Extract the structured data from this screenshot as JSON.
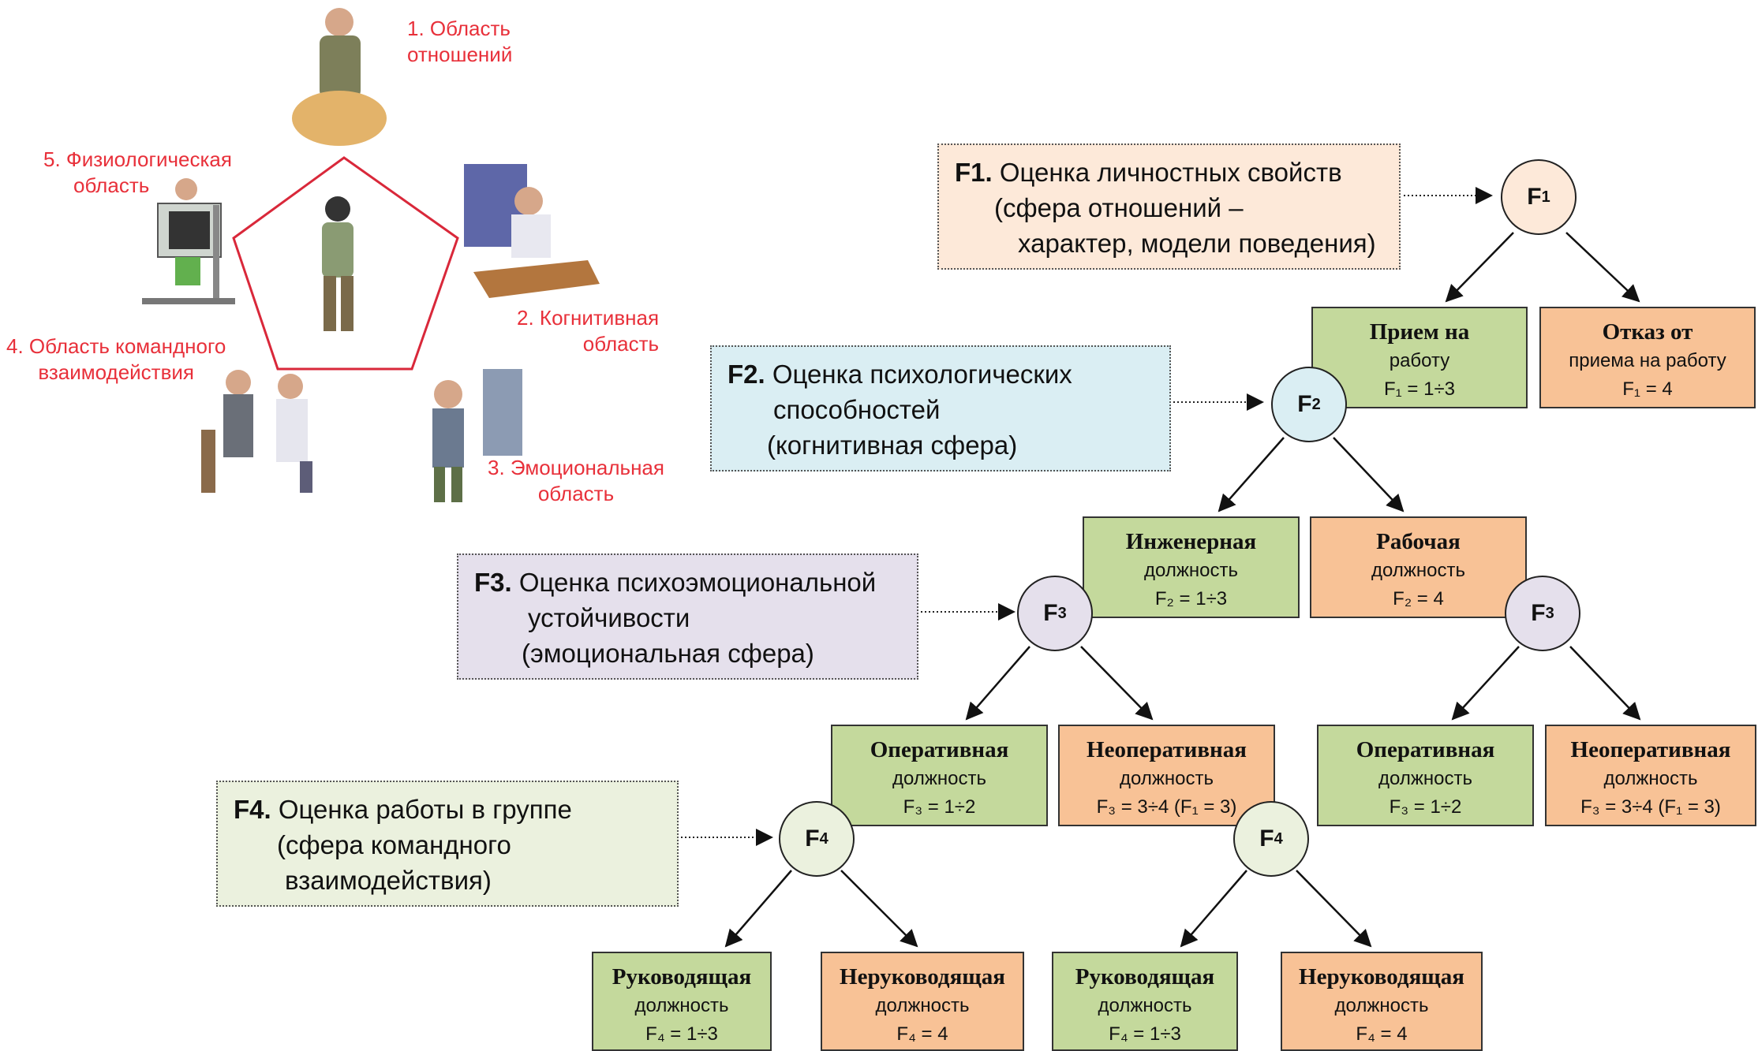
{
  "illustration": {
    "areas": [
      {
        "num": "1.",
        "line1": "Область",
        "line2": "отношений"
      },
      {
        "num": "2.",
        "line1": "Когнитивная",
        "line2": "область"
      },
      {
        "num": "3.",
        "line1": "Эмоциональная",
        "line2": "область"
      },
      {
        "num": "4.",
        "line1": "Область командного",
        "line2": "взаимодействия"
      },
      {
        "num": "5.",
        "line1": "Физиологическая",
        "line2": "область"
      }
    ],
    "label_color": "#e8303a",
    "pentagon_color": "#d9283a"
  },
  "descriptions": [
    {
      "code": "F1.",
      "lines": [
        "Оценка личностных свойств",
        "(сфера отношений –",
        "характер, модели поведения)"
      ],
      "bg": "#fde9d9"
    },
    {
      "code": "F2.",
      "lines": [
        "Оценка психологических",
        "способностей",
        "(когнитивная сфера)"
      ],
      "bg": "#daeef3"
    },
    {
      "code": "F3.",
      "lines": [
        "Оценка психоэмоциональной",
        "устойчивости",
        "(эмоциональная сфера)"
      ],
      "bg": "#e5e0ec"
    },
    {
      "code": "F4.",
      "lines": [
        "Оценка работы в группе",
        "(сфера командного",
        "взаимодействия)"
      ],
      "bg": "#ebf1de"
    }
  ],
  "nodes": [
    {
      "label": "F",
      "sub": "1",
      "fill": "#fde9d9"
    },
    {
      "label": "F",
      "sub": "2",
      "fill": "#daeef3"
    },
    {
      "label": "F",
      "sub": "3",
      "fill": "#e5e0ec"
    },
    {
      "label": "F",
      "sub": "3",
      "fill": "#e5e0ec"
    },
    {
      "label": "F",
      "sub": "4",
      "fill": "#ebf1de"
    },
    {
      "label": "F",
      "sub": "4",
      "fill": "#ebf1de"
    }
  ],
  "outcomes": [
    {
      "title": "Прием на",
      "line2": "работу",
      "formula": "F₁ = 1÷3",
      "color": "green"
    },
    {
      "title": "Отказ от",
      "line2": "приема на работу",
      "formula": "F₁ = 4",
      "color": "orange"
    },
    {
      "title": "Инженерная",
      "line2": "должность",
      "formula": "F₂ = 1÷3",
      "color": "green"
    },
    {
      "title": "Рабочая",
      "line2": "должность",
      "formula": "F₂ = 4",
      "color": "orange"
    },
    {
      "title": "Оперативная",
      "line2": "должность",
      "formula": "F₃ = 1÷2",
      "color": "green"
    },
    {
      "title": "Неоперативная",
      "line2": "должность",
      "formula": "F₃ = 3÷4 (F₁ = 3)",
      "color": "orange"
    },
    {
      "title": "Оперативная",
      "line2": "должность",
      "formula": "F₃ = 1÷2",
      "color": "green"
    },
    {
      "title": "Неоперативная",
      "line2": "должность",
      "formula": "F₃ = 3÷4 (F₁ = 3)",
      "color": "orange"
    },
    {
      "title": "Руководящая",
      "line2": "должность",
      "formula": "F₄ = 1÷3",
      "color": "green"
    },
    {
      "title": "Неруководящая",
      "line2": "должность",
      "formula": "F₄ = 4",
      "color": "orange"
    },
    {
      "title": "Руководящая",
      "line2": "должность",
      "formula": "F₄ = 1÷3",
      "color": "green"
    },
    {
      "title": "Неруководящая",
      "line2": "должность",
      "formula": "F₄ = 4",
      "color": "orange"
    }
  ]
}
